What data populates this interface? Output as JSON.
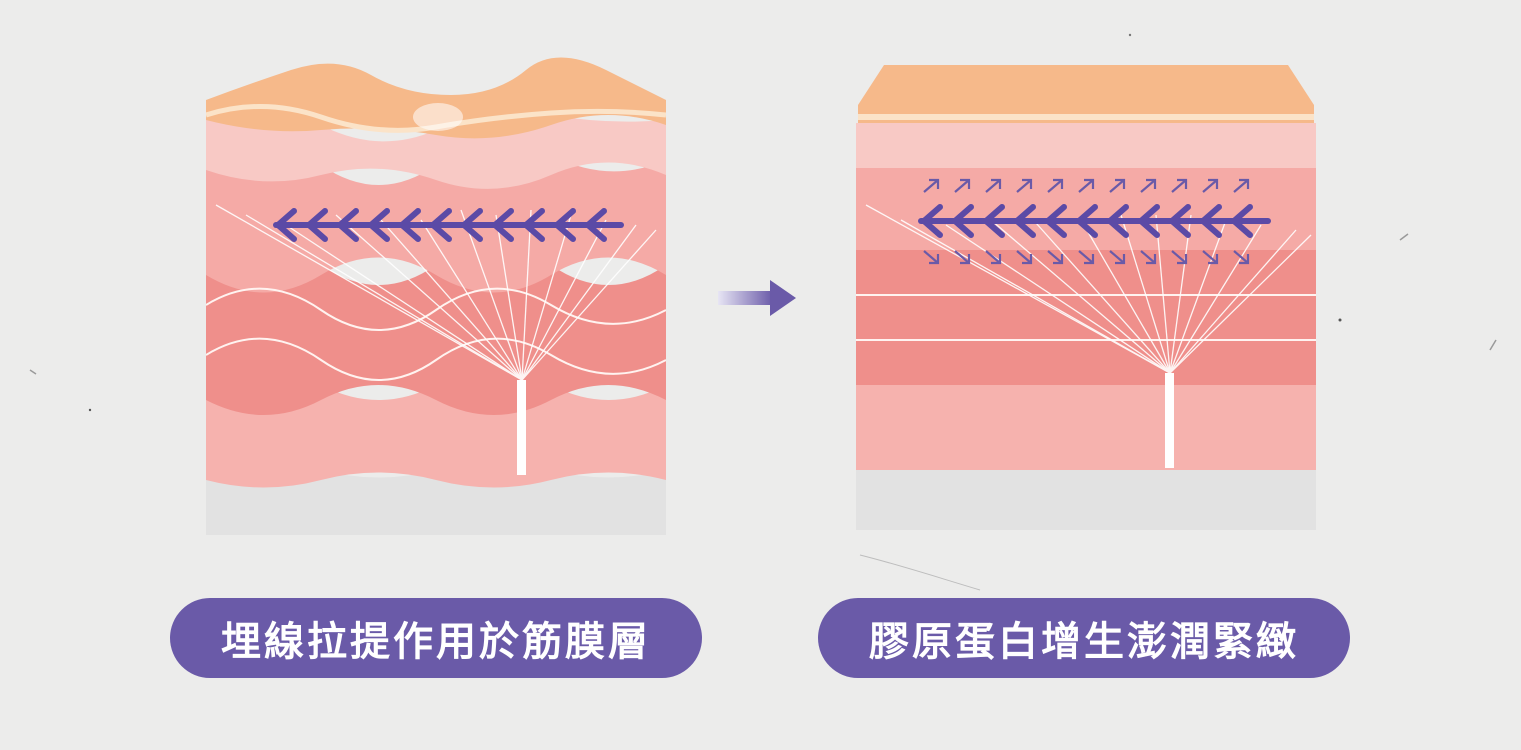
{
  "panels": {
    "left": {
      "caption": "埋線拉提作用於筋膜層",
      "state": "wavy",
      "arrow_count": 11
    },
    "right": {
      "caption": "膠原蛋白增生澎潤緊緻",
      "state": "flat",
      "arrow_count": 11
    }
  },
  "transition_icon": "right-arrow-icon",
  "colors": {
    "background": "#ececeb",
    "pill": "#6a5aa8",
    "epidermis": "#f6b98a",
    "dermis_light": "#f7c2c0",
    "dermis_mid": "#f3a7a4",
    "dermis_dark": "#ee8c88",
    "subcutis": "#e0e0e0",
    "thread": "#5b4aa6"
  }
}
